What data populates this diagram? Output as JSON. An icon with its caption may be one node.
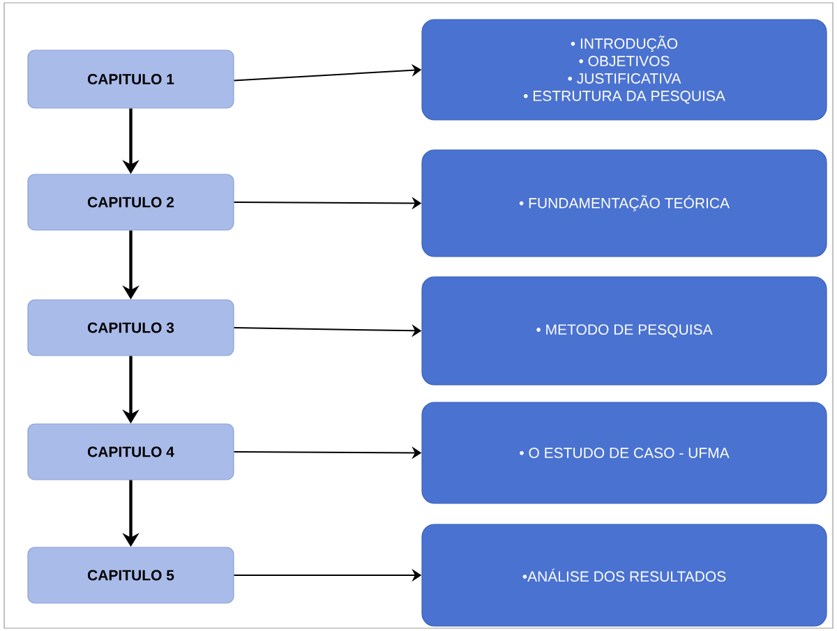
{
  "diagram": {
    "nodes": [
      {
        "text": [
          "CAPITULO 1"
        ]
      },
      {
        "text": [
          "• INTRODUÇÃO",
          "• OBJETIVOS",
          "• JUSTIFICATIVA",
          "• ESTRUTURA DA PESQUISA"
        ]
      },
      {
        "text": [
          "CAPITULO 2"
        ]
      },
      {
        "text": [
          "• FUNDAMENTAÇÃO TEÓRICA"
        ]
      },
      {
        "text": [
          "CAPITULO 3"
        ]
      },
      {
        "text": [
          "• METODO DE PESQUISA"
        ]
      },
      {
        "text": [
          "CAPITULO 4"
        ]
      },
      {
        "text": [
          "• O ESTUDO DE CASO - UFMA"
        ]
      },
      {
        "text": [
          "CAPITULO 5"
        ]
      },
      {
        "text": [
          "•ANÁLISE DOS RESULTADOS"
        ]
      }
    ],
    "edges": [
      {
        "from": 0,
        "to": 1,
        "arrow": "to"
      },
      {
        "from": 0,
        "to": 2,
        "arrow": "to",
        "style": "thick"
      },
      {
        "from": 2,
        "to": 3,
        "arrow": "to"
      },
      {
        "from": 2,
        "to": 4,
        "arrow": "to",
        "style": "thick"
      },
      {
        "from": 4,
        "to": 5,
        "arrow": "to"
      },
      {
        "from": 4,
        "to": 6,
        "arrow": "to",
        "style": "thick"
      },
      {
        "from": 6,
        "to": 7,
        "arrow": "to"
      },
      {
        "from": 6,
        "to": 8,
        "arrow": "to",
        "style": "thick"
      },
      {
        "from": 8,
        "to": 9,
        "arrow": "to"
      }
    ]
  }
}
